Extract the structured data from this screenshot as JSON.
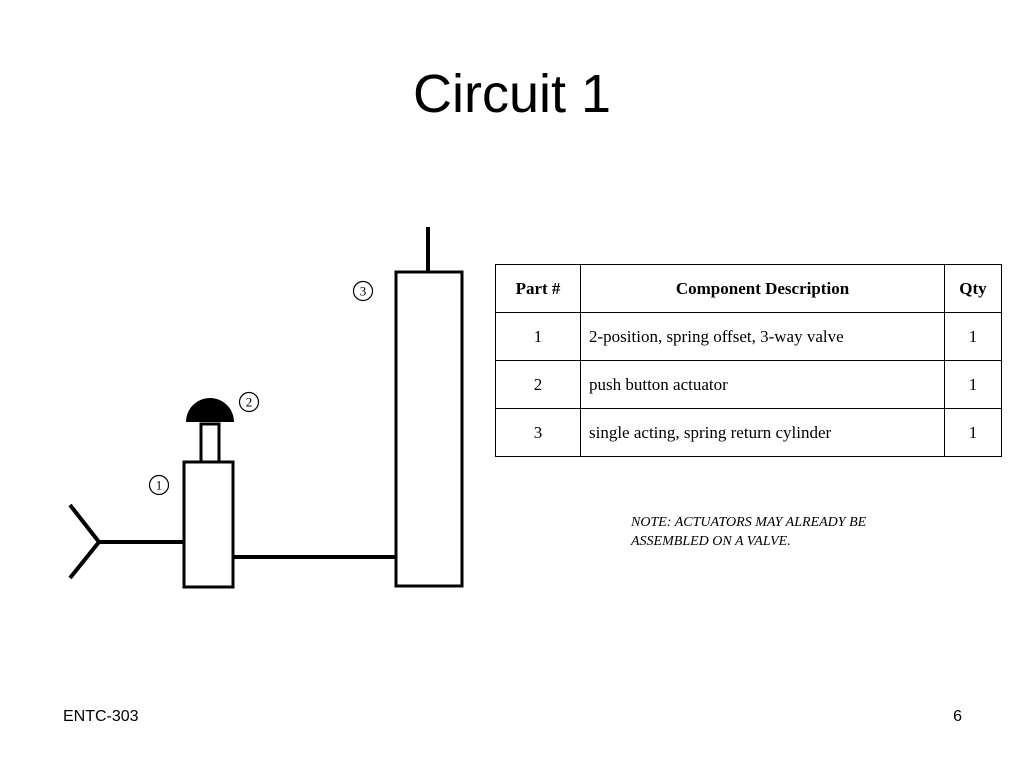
{
  "slide": {
    "title": "Circuit 1",
    "footer_left": "ENTC-303",
    "page_number": "6"
  },
  "diagram": {
    "callouts": {
      "valve": "1",
      "actuator": "2",
      "cylinder": "3"
    }
  },
  "parts_table": {
    "headers": {
      "part": "Part #",
      "description": "Component Description",
      "qty": "Qty"
    },
    "rows": [
      {
        "part": "1",
        "description": "2-position, spring offset, 3-way valve",
        "qty": "1"
      },
      {
        "part": "2",
        "description": "push button actuator",
        "qty": "1"
      },
      {
        "part": "3",
        "description": "single acting, spring return cylinder",
        "qty": "1"
      }
    ]
  },
  "note": {
    "line1": "NOTE: ACTUATORS MAY ALREADY BE",
    "line2": "ASSEMBLED ON A VALVE."
  }
}
